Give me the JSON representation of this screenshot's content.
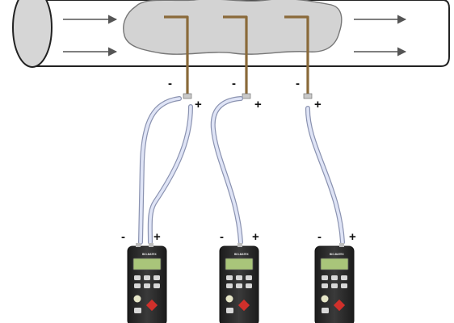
{
  "diagram": {
    "colors": {
      "pipe_fill": "#ffffff",
      "pipe_stroke": "#222222",
      "pipe_end": "#d6d6d6",
      "flow_region": "#d3d3d3",
      "arrow": "#555555",
      "probe": "#8a6a3a",
      "hose": "#d6dcf2",
      "hose_edge": "#8a92b0",
      "device_body": "#2b2b2b",
      "display": "#a9c57a",
      "red_key": "#d0302b"
    },
    "probes": [
      {
        "minus": "-",
        "plus": "+"
      },
      {
        "minus": "-",
        "plus": "+"
      },
      {
        "minus": "-",
        "plus": "+"
      }
    ],
    "meters": [
      {
        "minus": "-",
        "plus": "+",
        "brand": "BIO-MATEX"
      },
      {
        "minus": "-",
        "plus": "+",
        "brand": "BIO-MATEX"
      },
      {
        "minus": "-",
        "plus": "+",
        "brand": "BIO-MATEX"
      }
    ]
  }
}
